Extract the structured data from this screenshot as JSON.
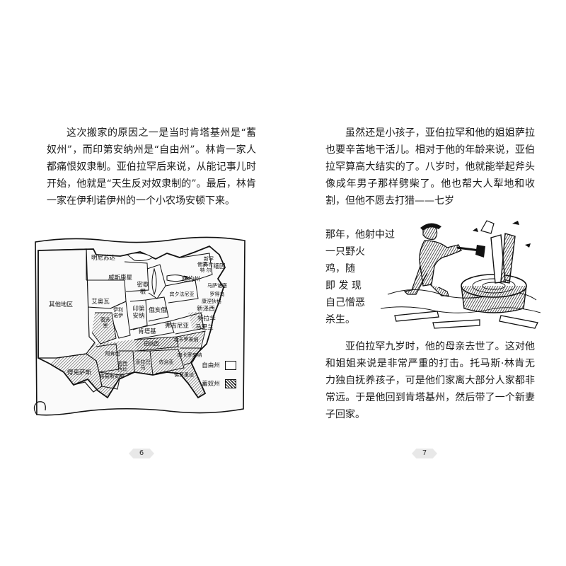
{
  "left_page": {
    "paragraph": "这次搬家的原因之一是当时肯塔基州是“蓄奴州”，而印第安纳州是“自由州”。林肯一家人都痛恨奴隶制。亚伯拉罕后来说，从能记事儿时开始，他就是“天生反对奴隶制的”。最后，林肯一家在伊利诺伊州的一个小农场安顿下来。",
    "page_number": "6",
    "map": {
      "labels": {
        "minnesota": "明尼苏达",
        "wisconsin": "威斯康星",
        "michigan": "密歇根",
        "iowa": "艾奥瓦",
        "other": "其他地区",
        "illinois": "伊利诺伊",
        "indiana": "印第安纳",
        "ohio": "俄亥俄",
        "pennsylvania": "宾夕法尼亚",
        "newyork": "纽约州",
        "maine": "缅因",
        "vermont": "佛蒙特",
        "nh": "新罕布什尔",
        "mass": "马萨诸塞",
        "ri": "罗得岛",
        "ct": "康涅狄格",
        "nj": "新泽西",
        "delaware": "特拉华",
        "maryland": "马里兰",
        "kentucky": "肯塔基",
        "missouri": "密苏里",
        "virginia": "弗吉尼亚",
        "tennessee": "田纳西",
        "nc": "北卡罗来纳",
        "arkansas": "阿肯色",
        "sc": "南卡罗来纳",
        "texas": "得克萨斯",
        "mississippi": "密西西比",
        "alabama": "亚拉巴马",
        "georgia": "佐治亚",
        "louisiana": "路易斯安那",
        "florida": "佛罗里达"
      },
      "legend": {
        "free": "自由州",
        "slave": "蓄奴州"
      }
    }
  },
  "right_page": {
    "p1_full": "虽然还是小孩子，亚伯拉罕和他的姐姐萨拉也要辛苦地干活儿。相对于他的年龄来说，亚伯拉罕算高大结实的了。八岁时，他就能举起斧头像成年男子那样劈柴了。他也帮大人犁地和收割，但他不愿去打猎——七岁",
    "p1_wrap": [
      "那年，他射中过",
      "一只野火",
      "鸡，随",
      "即 发 现",
      "自己憎恶",
      "杀生。"
    ],
    "p2": "亚伯拉罕九岁时，他的母亲去世了。这对他和姐姐来说是非常严重的打击。托马斯·林肯无力独自抚养孩子，可是他们家离大部分人家都非常远。于是他回到肯塔基州，然后带了一个新妻子回家。",
    "page_number": "7"
  }
}
